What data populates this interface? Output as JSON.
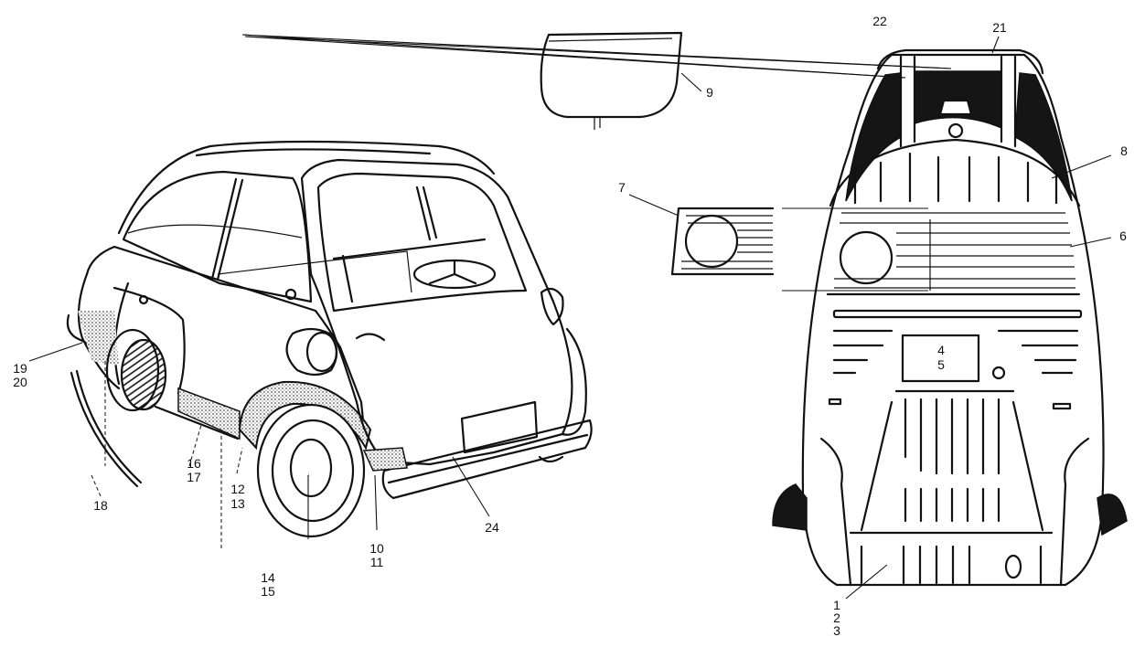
{
  "title": "Isetta body panels exploded diagram",
  "colors": {
    "ink": "#111111",
    "paper": "#ffffff",
    "shading": "#9a9a9a"
  },
  "callouts": [
    {
      "part": "22",
      "lines": [
        "22"
      ]
    },
    {
      "part": "21",
      "lines": [
        "21"
      ]
    },
    {
      "part": "9",
      "lines": [
        "9"
      ]
    },
    {
      "part": "8",
      "lines": [
        "8"
      ]
    },
    {
      "part": "7",
      "lines": [
        "7"
      ]
    },
    {
      "part": "6",
      "lines": [
        "6"
      ]
    },
    {
      "part": "4-5",
      "lines": [
        "4",
        "5"
      ]
    },
    {
      "part": "19-20",
      "lines": [
        "19",
        "20"
      ]
    },
    {
      "part": "18",
      "lines": [
        "18"
      ]
    },
    {
      "part": "16-17",
      "lines": [
        "16",
        "17"
      ]
    },
    {
      "part": "12-13",
      "lines": [
        "12",
        "13"
      ]
    },
    {
      "part": "14-15",
      "lines": [
        "14",
        "15"
      ]
    },
    {
      "part": "10-11",
      "lines": [
        "10",
        "11"
      ]
    },
    {
      "part": "24",
      "lines": [
        "24"
      ]
    },
    {
      "part": "1-2-3",
      "lines": [
        "1",
        "2",
        "3"
      ]
    }
  ]
}
